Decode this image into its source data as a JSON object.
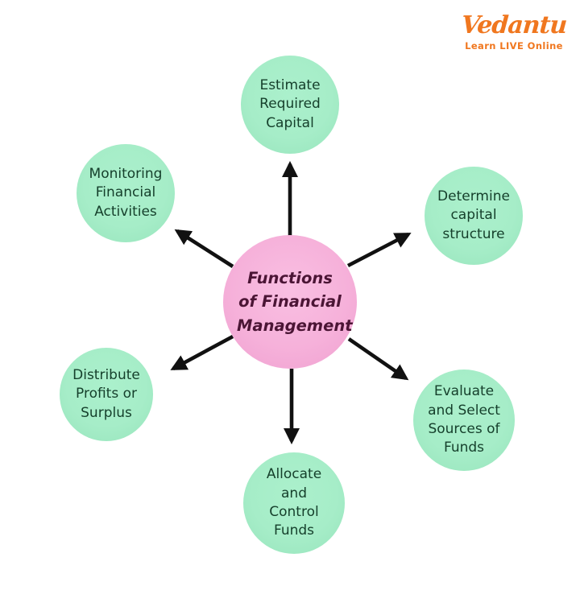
{
  "brand": {
    "name": "Vedantu",
    "tagline": "Learn LIVE Online",
    "color": "#f0771f"
  },
  "diagram": {
    "title": "Functions of Financial Management",
    "center": {
      "label": "Functions of Financial Management",
      "fill_color": "#f6b1da",
      "text_color": "#4b1535"
    },
    "nodes": [
      {
        "id": "estimate-required-capital",
        "label": "Estimate Required Capital"
      },
      {
        "id": "determine-capital-structure",
        "label": "Determine capital structure"
      },
      {
        "id": "evaluate-and-select-sources",
        "label": "Evaluate and Select Sources of Funds"
      },
      {
        "id": "allocate-and-control-funds",
        "label": "Allocate and Control Funds"
      },
      {
        "id": "distribute-profits-or-surplus",
        "label": "Distribute Profits or Surplus"
      },
      {
        "id": "monitoring-financial-activities",
        "label": "Monitoring Financial Activities"
      }
    ],
    "colors": {
      "node_fill": "#a6edc8",
      "node_text": "#153f2b",
      "arrow": "#111111"
    }
  }
}
